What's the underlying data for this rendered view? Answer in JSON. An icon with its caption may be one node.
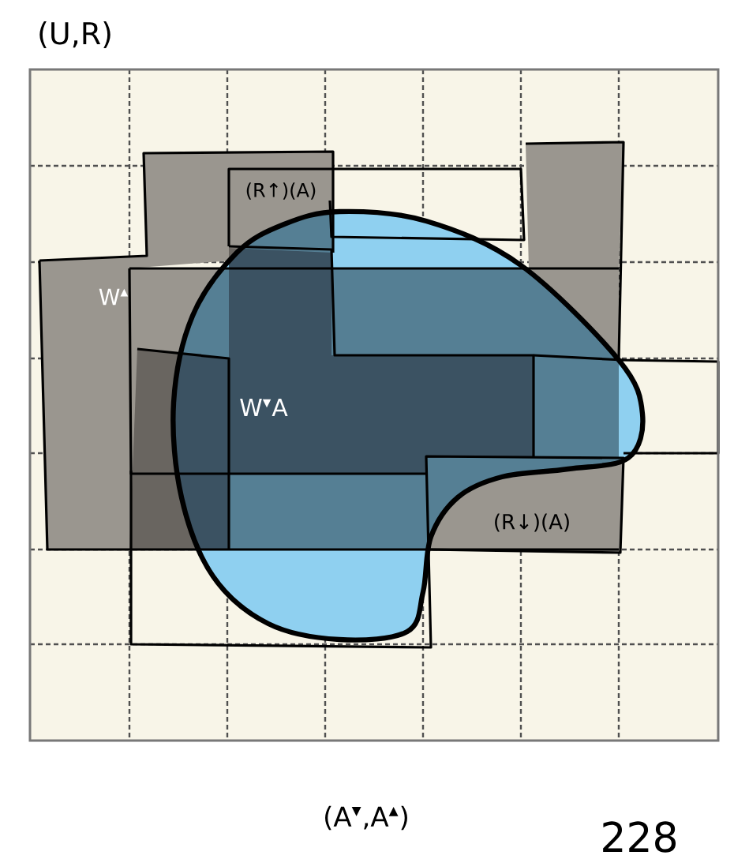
{
  "diagram": {
    "title": "(U,R)",
    "caption": "(A$^{▾}$,A$^{▴}$)",
    "labels": [
      "(R↑)(A)",
      "W$^{▴}$",
      "W$^{▾}$A",
      "(R↓)(A)",
      "228"
    ]
  }
}
